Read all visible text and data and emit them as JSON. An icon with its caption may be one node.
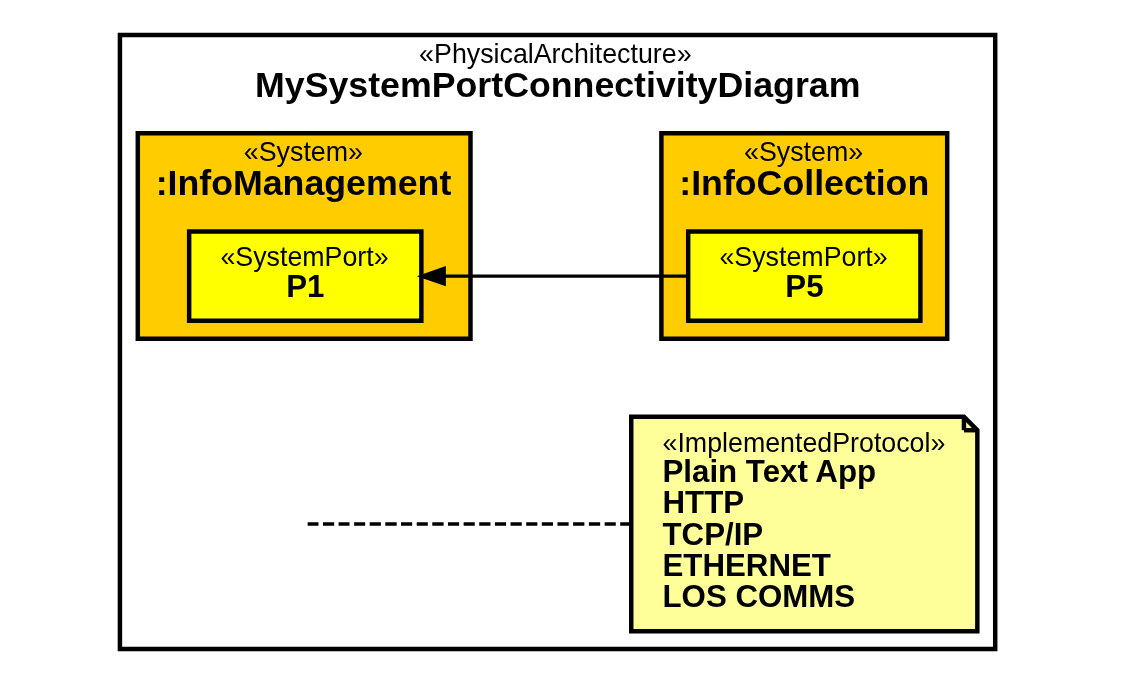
{
  "diagram": {
    "nodes": [
      {
        "text": [
          "«PhysicalArchitecture»",
          "MySystemPortConnectivityDiagram"
        ]
      },
      {
        "text": [
          "«ImplementedProtocol»",
          "Plain Text App",
          "HTTP",
          "TCP/IP",
          "ETHERNET",
          "LOS COMMS"
        ],
        "in": 0
      },
      {
        "text": [
          "«System»",
          ":InfoManagement"
        ],
        "in": 0
      },
      {
        "text": [
          "«SystemPort»",
          "P1"
        ],
        "in": 2
      },
      {
        "text": [
          "«System»",
          ":InfoCollection"
        ],
        "in": 0
      },
      {
        "text": [
          "«SystemPort»",
          "P5"
        ],
        "in": 4
      }
    ],
    "edges": [
      {
        "from": 5,
        "to": 3,
        "arrow": "to"
      },
      {
        "from": 1,
        "to": null,
        "arrow": "none",
        "style": "dashed"
      }
    ]
  }
}
